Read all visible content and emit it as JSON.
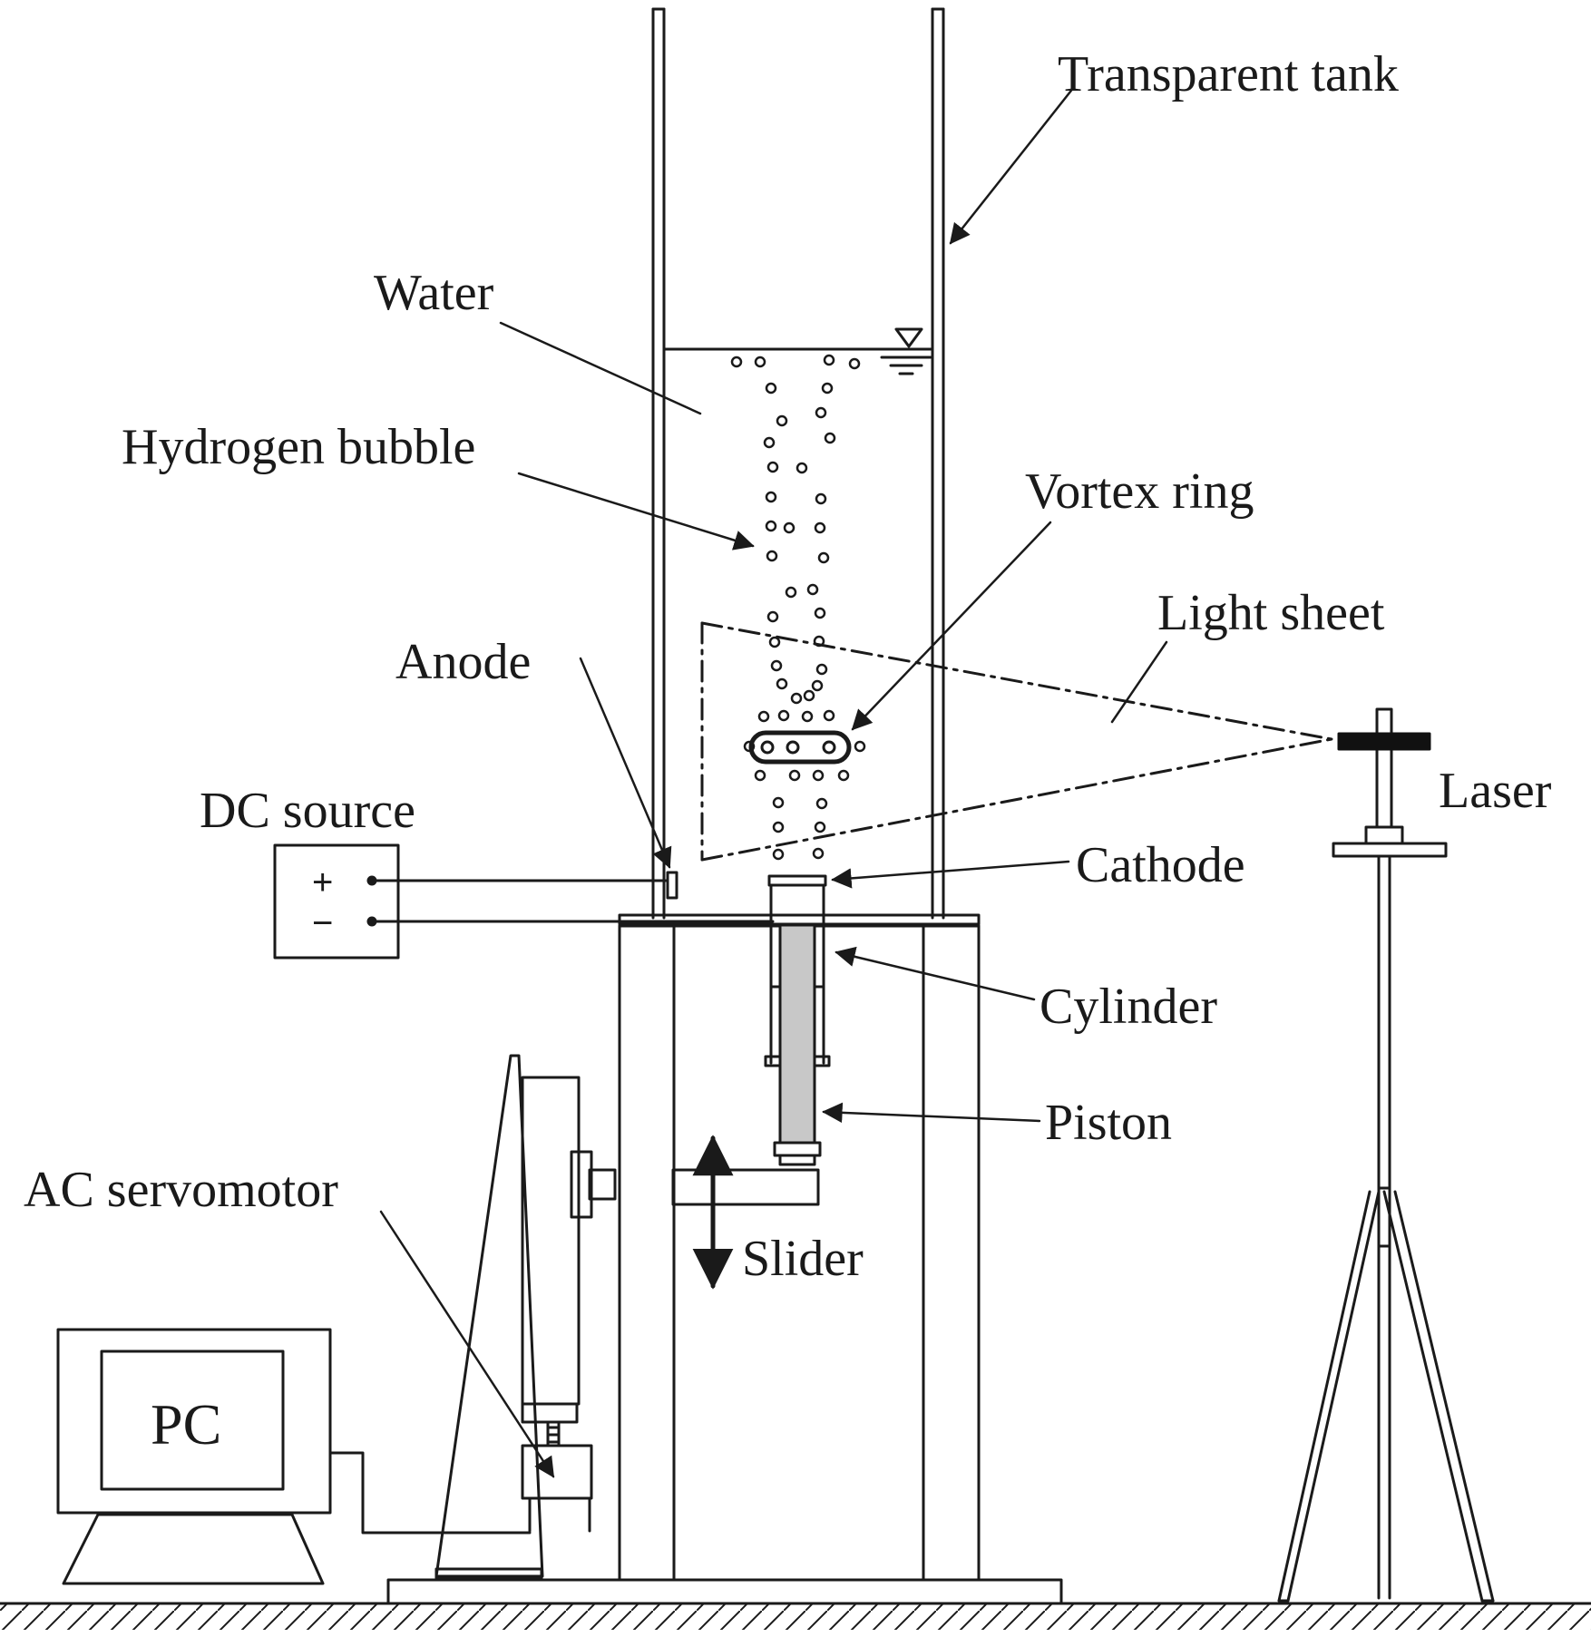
{
  "labels": {
    "transparent_tank": "Transparent tank",
    "water": "Water",
    "hydrogen_bubble": "Hydrogen bubble",
    "vortex_ring": "Vortex ring",
    "light_sheet": "Light sheet",
    "anode": "Anode",
    "laser": "Laser",
    "dc_source": "DC source",
    "cathode": "Cathode",
    "cylinder": "Cylinder",
    "piston": "Piston",
    "ac_servomotor": "AC servomotor",
    "slider": "Slider",
    "pc": "PC",
    "plus": "+",
    "minus": "−"
  },
  "colors": {
    "line": "#1a1a1a",
    "piston_fill": "#c8c8c8",
    "laser_head": "#111111"
  }
}
